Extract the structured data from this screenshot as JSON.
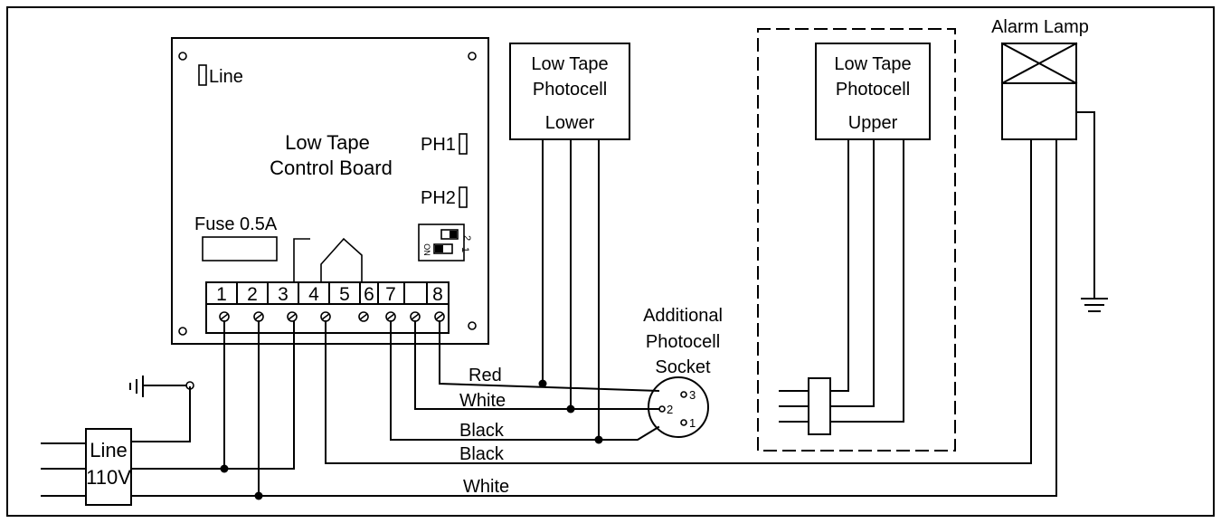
{
  "control_board": {
    "title_line1": "Low Tape",
    "title_line2": "Control Board",
    "line_label": "Line",
    "ph1_label": "PH1",
    "ph2_label": "PH2",
    "fuse_label": "Fuse 0.5A",
    "switch_labels": [
      "2",
      "1",
      "ON"
    ],
    "terminals": [
      "1",
      "2",
      "3",
      "4",
      "5",
      "6",
      "7",
      "8"
    ]
  },
  "photocell_lower": {
    "line1": "Low Tape",
    "line2": "Photocell",
    "line3": "Lower"
  },
  "photocell_upper": {
    "line1": "Low Tape",
    "line2": "Photocell",
    "line3": "Upper"
  },
  "alarm_lamp": {
    "label": "Alarm Lamp"
  },
  "socket": {
    "line1": "Additional",
    "line2": "Photocell",
    "line3": "Socket",
    "pins": [
      "3",
      "2",
      "1"
    ]
  },
  "line_plug": {
    "line1": "Line",
    "line2": "110V"
  },
  "wires": {
    "red": "Red",
    "white1": "White",
    "black1": "Black",
    "black2": "Black",
    "white2": "White"
  }
}
